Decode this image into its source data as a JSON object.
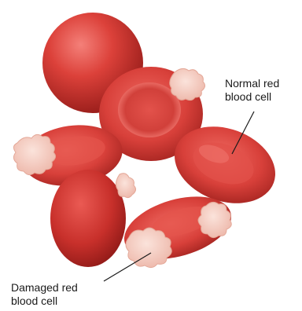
{
  "labels": {
    "normal": {
      "line1": "Normal red",
      "line2": "blood cell"
    },
    "damaged": {
      "line1": "Damaged red",
      "line2": "blood cell"
    }
  },
  "colors": {
    "cell_highlight": "#f06a62",
    "cell_body": "#d63a34",
    "cell_shadow": "#8e1a18",
    "damaged_tissue": "#f6cfc4",
    "damaged_tissue_edge": "#e4a898",
    "leader_line": "#1a1a1a",
    "label_text": "#1a1a1a"
  }
}
